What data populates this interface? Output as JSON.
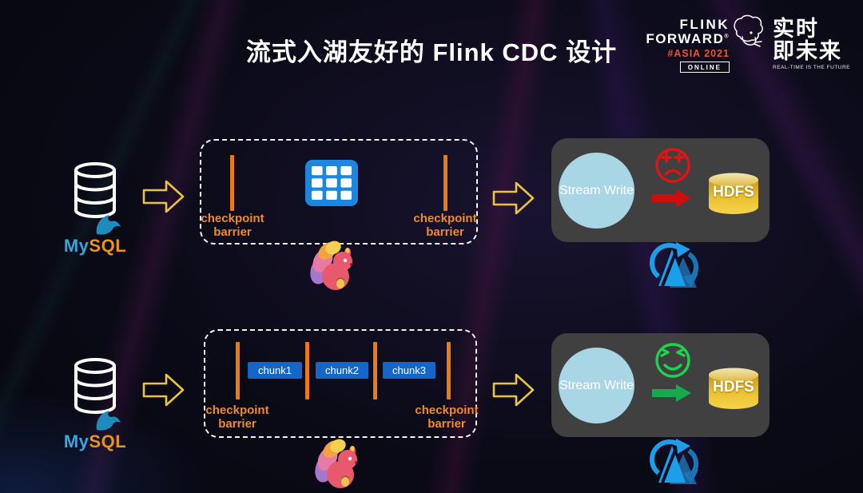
{
  "title": "流式入湖友好的 Flink CDC 设计",
  "brand": {
    "flink": "FLINK",
    "forward": "FORWARD",
    "reg_mark": "®",
    "event": "#ASIA 2021",
    "online_badge": "ONLINE",
    "slogan_cn_line1": "实时",
    "slogan_cn_line2": "即未来",
    "slogan_en": "REAL-TIME IS THE FUTURE",
    "squirrel_icon": "flink-squirrel-outline-icon"
  },
  "colors": {
    "barrier_orange": "#ec7a12",
    "barrier_text_orange": "#ef8a2e",
    "table_blue": "#1d87e0",
    "chunk_blue": "#1467c8",
    "sad_red": "#e51212",
    "happy_green": "#1fd24c",
    "arrow_red": "#cf0d0d",
    "arrow_green": "#17a94e",
    "hdfs_gold": "#e6b623",
    "stream_write_blue": "#a9d6e5",
    "panel_gray": "#404040",
    "outline_arrow_yellow": "#e9c53e"
  },
  "flow1": {
    "source": {
      "db_icon": "database-cylinder-icon",
      "dolphin_icon": "mysql-dolphin-icon",
      "name_part1": "My",
      "name_part2": "SQL"
    },
    "pipeline": {
      "barrier_left": {
        "line1": "checkpoint",
        "line2": "barrier"
      },
      "table_icon": "table-grid-icon",
      "barrier_right": {
        "line1": "checkpoint",
        "line2": "barrier"
      }
    },
    "mascot_icon": "flink-squirrel-icon",
    "sink": {
      "writer_label": "Stream Write",
      "mood_icon": "sad-face-icon",
      "arrow_icon": "red-arrow-icon",
      "storage_label": "HDFS"
    },
    "lake_icon": "datalake-refresh-icon"
  },
  "flow2": {
    "source": {
      "db_icon": "database-cylinder-icon",
      "dolphin_icon": "mysql-dolphin-icon",
      "name_part1": "My",
      "name_part2": "SQL"
    },
    "pipeline": {
      "barrier_left": {
        "line1": "checkpoint",
        "line2": "barrier"
      },
      "chunks": [
        "chunk1",
        "chunk2",
        "chunk3"
      ],
      "barrier_right": {
        "line1": "checkpoint",
        "line2": "barrier"
      }
    },
    "mascot_icon": "flink-squirrel-icon",
    "sink": {
      "writer_label": "Stream Write",
      "mood_icon": "happy-face-icon",
      "arrow_icon": "green-arrow-icon",
      "storage_label": "HDFS"
    },
    "lake_icon": "datalake-refresh-icon"
  }
}
